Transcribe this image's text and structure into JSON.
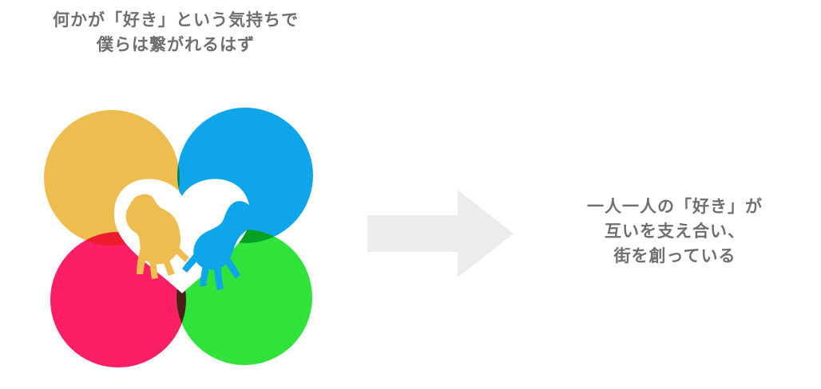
{
  "left_caption": {
    "line1": "何かが「好き」という気持ちで",
    "line2": "僕らは繋がれるはず"
  },
  "right_caption": {
    "line1": "一人一人の「好き」が",
    "line2": "互いを支え合い、",
    "line3": "街を創っている"
  },
  "colors": {
    "text": "#6f6f6f",
    "yellow_circle": "#edbe4f",
    "blue_circle": "#0ea5eb",
    "pink_circle": "#fc1f64",
    "green_circle": "#2fe33b",
    "overlap_top": "#027f43",
    "overlap_left": "#ee1d2e",
    "overlap_right": "#06a025",
    "overlap_bottom": "#4a2016",
    "heart": "#ffffff",
    "left_hand": "#edbe4f",
    "right_hand": "#0ea5eb",
    "arrow": "#ececee"
  },
  "icons": {
    "logo": "heart-hands-four-circles-logo",
    "arrow": "right-arrow-icon"
  }
}
